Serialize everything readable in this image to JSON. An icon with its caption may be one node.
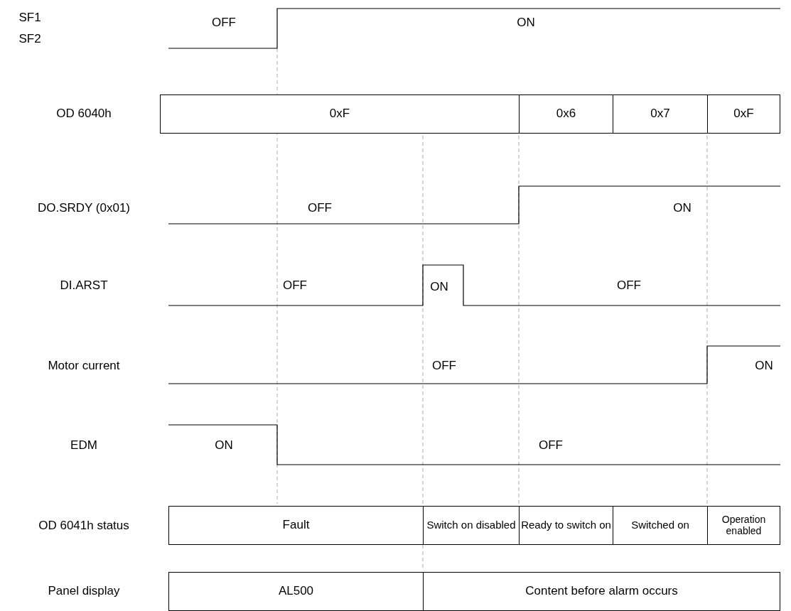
{
  "diagram": {
    "nodes": [
      {
        "text": [
          "0xF"
        ]
      },
      {
        "text": [
          "0x6"
        ]
      },
      {
        "text": [
          "0x7"
        ]
      },
      {
        "text": [
          "0xF"
        ]
      },
      {
        "text": [
          "Fault"
        ]
      },
      {
        "text": [
          "Switch on disabled"
        ]
      },
      {
        "text": [
          "Ready to switch on"
        ]
      },
      {
        "text": [
          "Switched on"
        ]
      },
      {
        "text": [
          "Operation enabled"
        ]
      },
      {
        "text": [
          "AL500"
        ]
      },
      {
        "text": [
          "Content before alarm occurs"
        ]
      }
    ],
    "labels": [
      "SF1",
      "SF2",
      "OFF",
      "ON",
      "OD 6040h",
      "DO.SRDY (0x01)",
      "OFF",
      "ON",
      "DI.ARST",
      "OFF",
      "ON",
      "OFF",
      "Motor current",
      "OFF",
      "ON",
      "EDM",
      "ON",
      "OFF",
      "OD 6041h status",
      "Panel display"
    ]
  }
}
